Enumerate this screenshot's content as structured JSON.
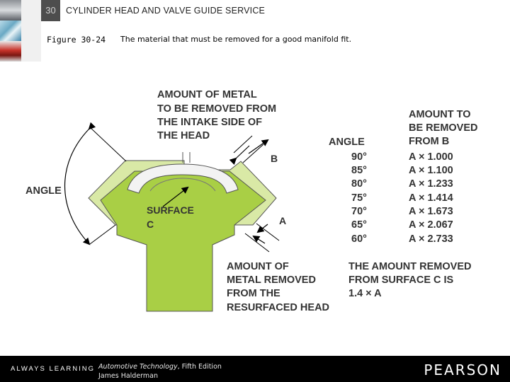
{
  "header": {
    "chapter_number": "30",
    "chapter_title": "CYLINDER HEAD AND VALVE GUIDE SERVICE",
    "figure_label": "Figure 30-24",
    "figure_caption": "The material that must be removed for a good manifold fit."
  },
  "diagram": {
    "metal_removed_intake_lines": [
      "AMOUNT OF METAL",
      "TO BE REMOVED FROM",
      "THE INTAKE SIDE OF",
      "THE HEAD"
    ],
    "angle_label": "ANGLE",
    "label_b": "B",
    "label_a": "A",
    "surface_c_lines": [
      "SURFACE",
      "C"
    ],
    "metal_removed_resurfaced_lines": [
      "AMOUNT OF",
      "METAL REMOVED",
      "FROM THE",
      "RESURFACED HEAD"
    ],
    "amount_from_b_lines": [
      "AMOUNT TO",
      "BE REMOVED",
      "FROM B"
    ],
    "table": {
      "header_angle": "ANGLE",
      "rows": [
        {
          "angle": "90°",
          "amount": "A × 1.000"
        },
        {
          "angle": "85°",
          "amount": "A × 1.100"
        },
        {
          "angle": "80°",
          "amount": "A × 1.233"
        },
        {
          "angle": "75°",
          "amount": "A × 1.414"
        },
        {
          "angle": "70°",
          "amount": "A × 1.673"
        },
        {
          "angle": "65°",
          "amount": "A × 2.067"
        },
        {
          "angle": "60°",
          "amount": "A × 2.733"
        }
      ]
    },
    "surface_c_note_lines": [
      "THE AMOUNT REMOVED",
      "FROM SURFACE C IS",
      "1.4 × A"
    ],
    "colors": {
      "fill_light": "#d9e9a6",
      "fill_main": "#a9cf45",
      "text": "#333333"
    }
  },
  "footer": {
    "always_learning": "ALWAYS LEARNING",
    "book_title": "Automotive Technology",
    "book_edition": ", Fifth Edition",
    "author": "James Halderman",
    "publisher": "PEARSON"
  }
}
